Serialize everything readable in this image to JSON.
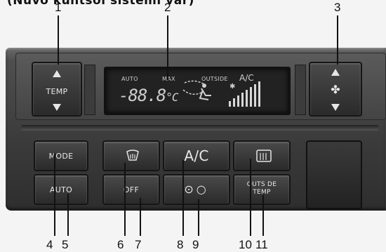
{
  "caption": "(Nuvo kuntsol sistemi var)",
  "callouts": [
    "1",
    "2",
    "3",
    "4",
    "5",
    "6",
    "7",
    "8",
    "9",
    "10",
    "11"
  ],
  "panel": {
    "temp_label": "TEMP",
    "display": {
      "auto": "AUTO",
      "max": "MAX",
      "outside": "OUTSIDE",
      "ac": "A/C",
      "temperature": "-88.8",
      "unit": "°C",
      "fan_level_bars": 8
    },
    "buttons": {
      "mode": "MODE",
      "auto": "AUTO",
      "off": "OFF",
      "ac": "A/C",
      "outside_temp": "OUTS DE\nTEMP"
    }
  }
}
